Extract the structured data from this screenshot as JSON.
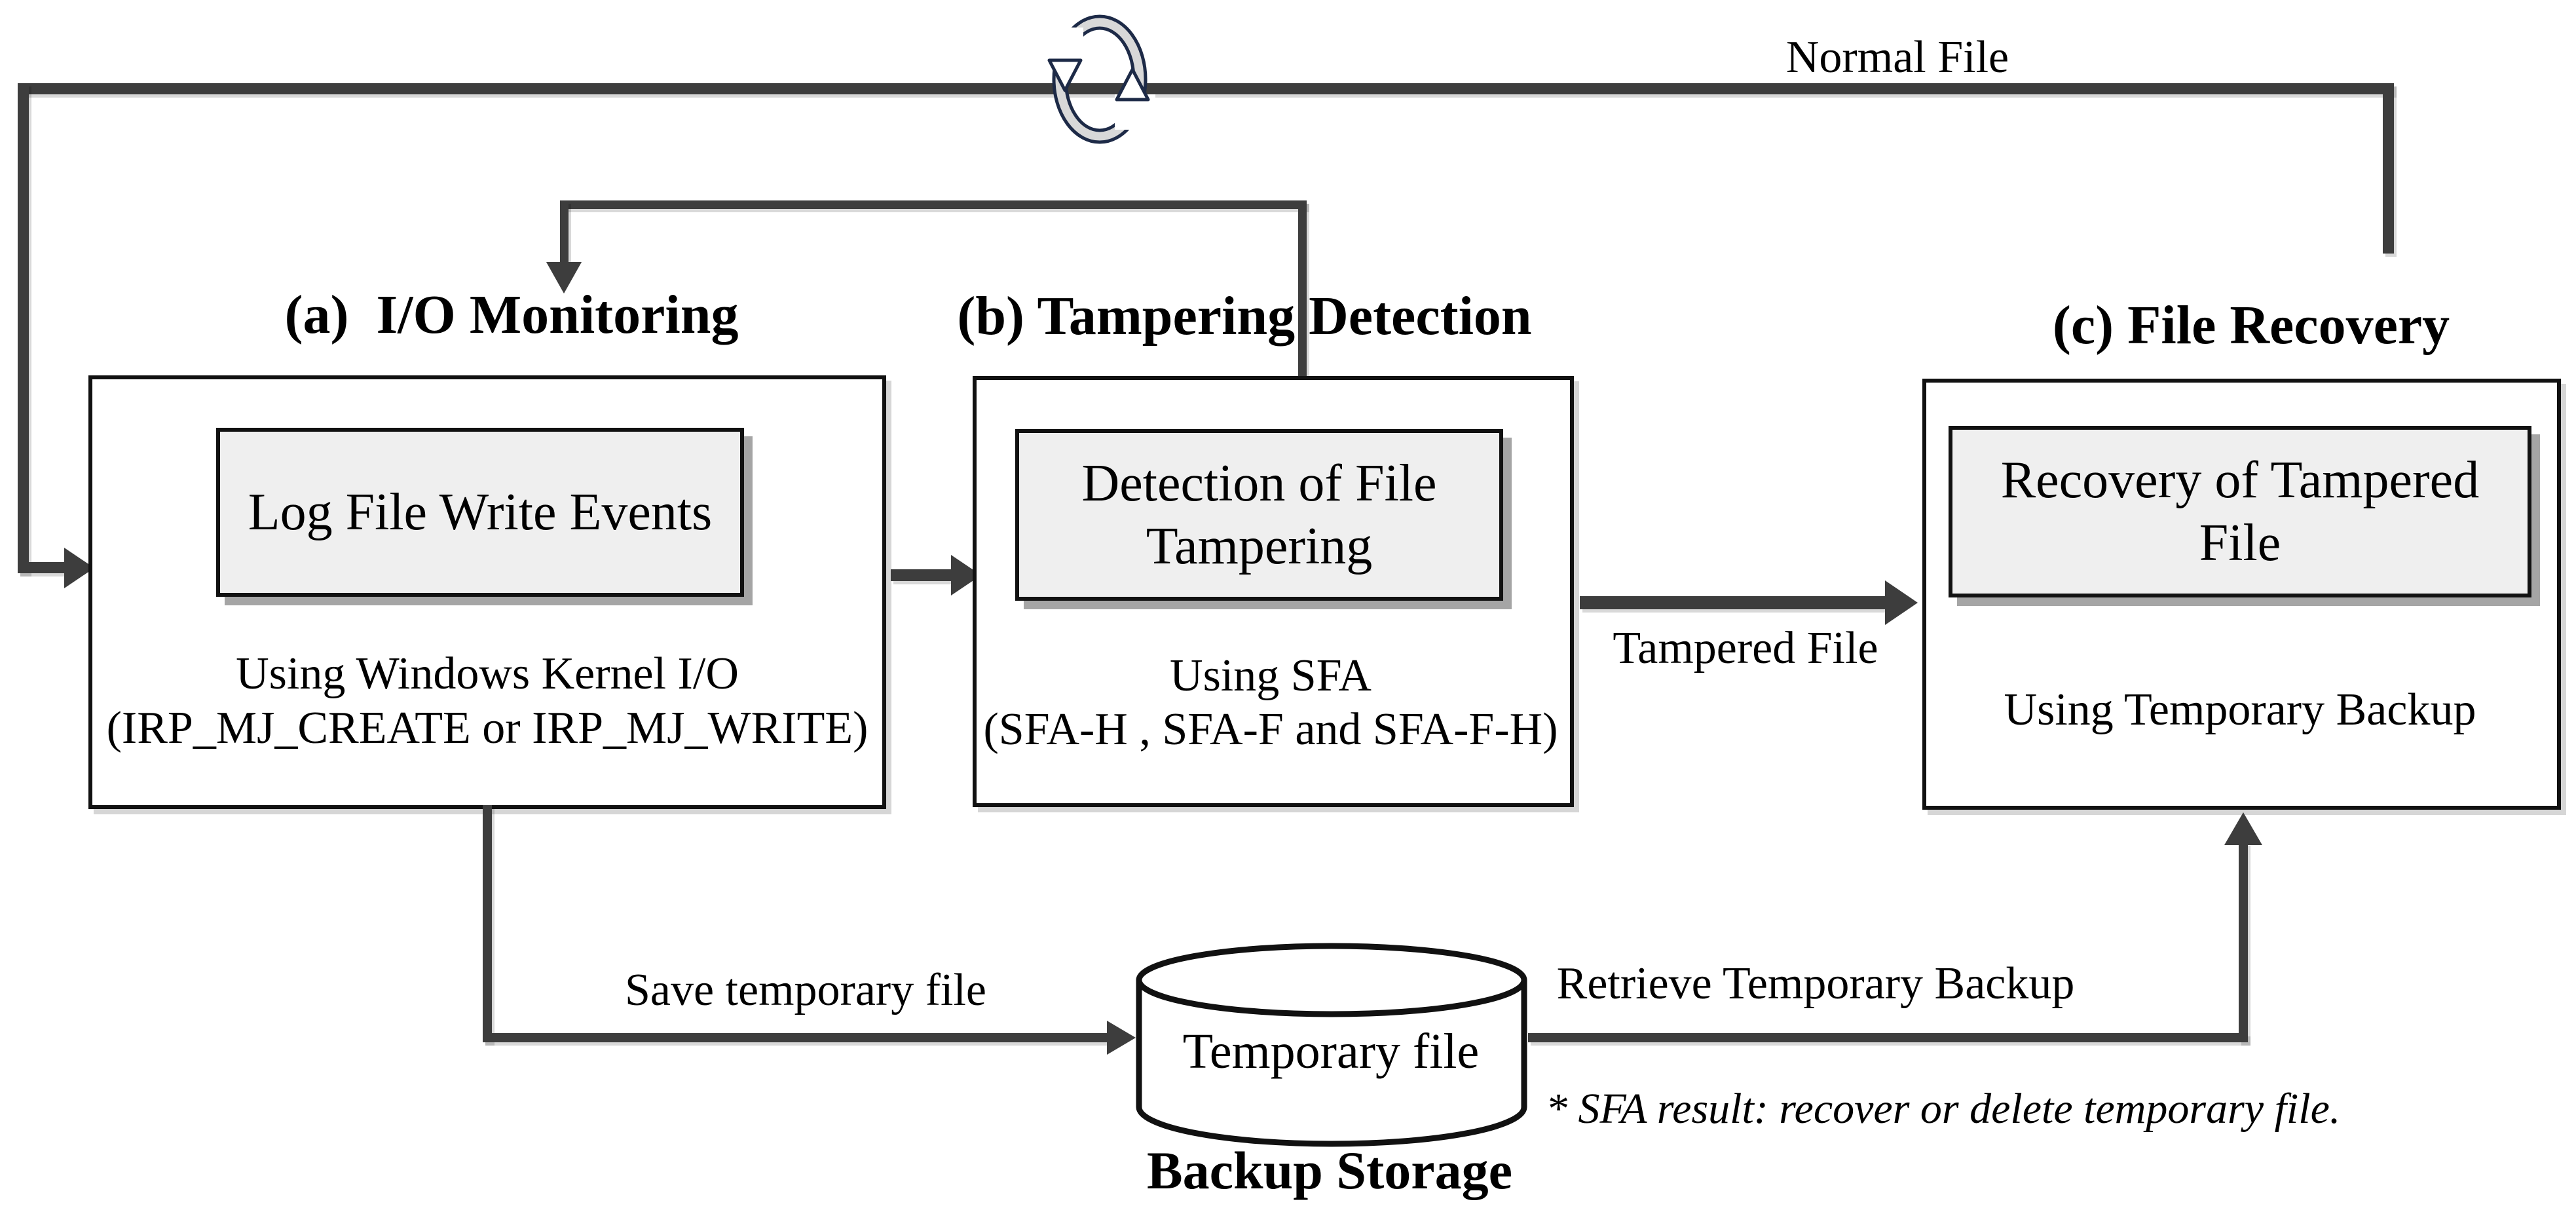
{
  "figure": {
    "type": "flow-diagram"
  },
  "colors": {
    "connector": "#3d3d3d",
    "box_border": "#111111",
    "inner_fill": "#efefef",
    "background": "#ffffff",
    "text": "#000000",
    "loop_icon_outline": "#1d2a47",
    "loop_icon_band": "#d8d8d8"
  },
  "top_loop": {
    "label": "Normal File",
    "icon": "sync-loop-icon"
  },
  "stages": {
    "a": {
      "title": "(a)  I/O Monitoring",
      "step": "Log File Write Events",
      "details": [
        "Using Windows Kernel I/O",
        "(IRP_MJ_CREATE or IRP_MJ_WRITE)"
      ]
    },
    "b": {
      "title": "(b) Tampering Detection",
      "step_line1": "Detection of File",
      "step_line2": "Tampering",
      "details": [
        "Using SFA",
        "(SFA-H , SFA-F and SFA-F-H)"
      ]
    },
    "c": {
      "title": "(c) File Recovery",
      "step_line1": "Recovery of Tampered",
      "step_line2": "File",
      "details": [
        "Using Temporary Backup"
      ]
    }
  },
  "edges": {
    "tampered_file": "Tampered File",
    "save_temp": "Save temporary file",
    "retrieve_backup": "Retrieve Temporary Backup"
  },
  "storage": {
    "label": "Temporary file",
    "caption": "Backup Storage"
  },
  "note": "* SFA result: recover or delete temporary file."
}
